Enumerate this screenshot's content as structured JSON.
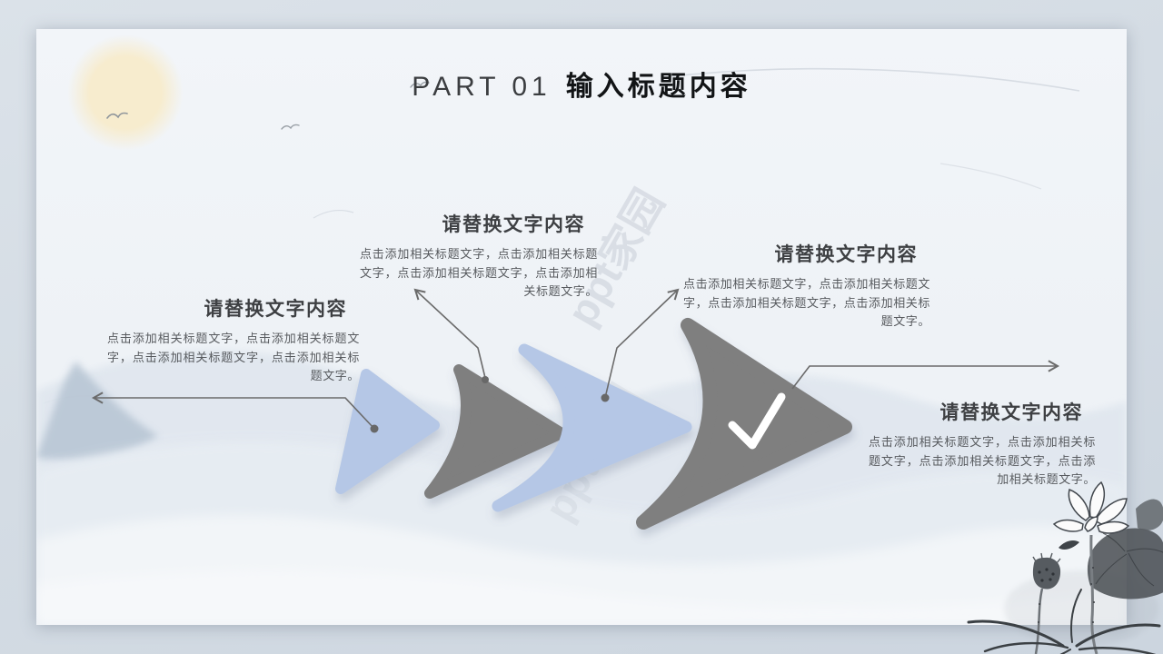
{
  "slide": {
    "part_label": "PART 01",
    "title": "输入标题内容",
    "watermark": "ppt家园",
    "steps": [
      {
        "heading": "请替换文字内容",
        "body": "点击添加相关标题文字，点击添加相关标题文字，点击添加相关标题文字，点击添加相关标题文字。"
      },
      {
        "heading": "请替换文字内容",
        "body": "点击添加相关标题文字，点击添加相关标题文字，点击添加相关标题文字，点击添加相关标题文字。"
      },
      {
        "heading": "请替换文字内容",
        "body": "点击添加相关标题文字，点击添加相关标题文字，点击添加相关标题文字，点击添加相关标题文字。"
      },
      {
        "heading": "请替换文字内容",
        "body": "点击添加相关标题文字，点击添加相关标题文字，点击添加相关标题文字，点击添加相关标题文字。"
      }
    ],
    "icons": {
      "check": "✓"
    },
    "colors": {
      "accent_blue": "#b5c7e6",
      "accent_gray": "#7f7f7f",
      "connector": "#6b6b6b",
      "sun": "#f7ecce",
      "ink": "#4a4f54"
    }
  }
}
